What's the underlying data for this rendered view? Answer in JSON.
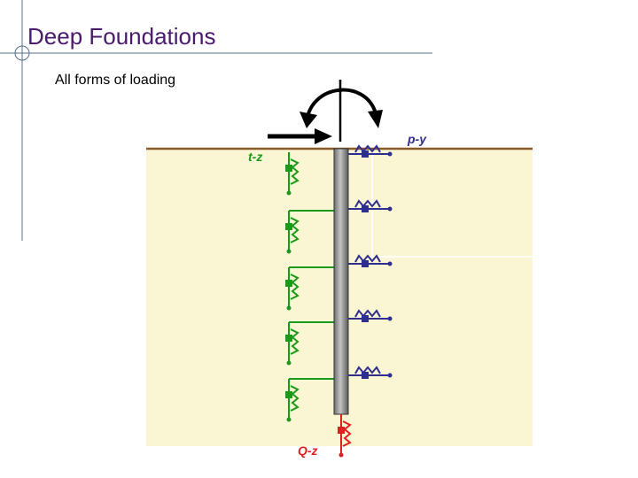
{
  "slide": {
    "title": "Deep Foundations",
    "subtitle": "All forms of loading"
  },
  "diagram": {
    "label_tz": "t-z",
    "label_py": "p-y",
    "label_qz": "Q-z",
    "colors": {
      "soil": "#faf5d2",
      "ground_line": "#8b5a2b",
      "pile": "#909090",
      "tz_spring": "#1a9a1a",
      "py_spring": "#2e2e8f",
      "qz_spring": "#e02020",
      "title": "#4a1a6b",
      "decor_line": "#5a6f8a"
    }
  }
}
